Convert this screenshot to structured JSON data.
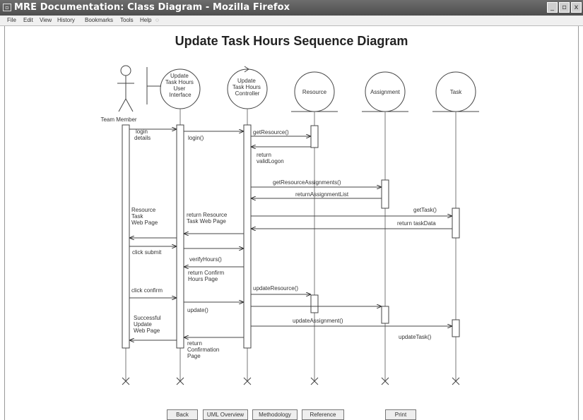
{
  "window": {
    "title": "MRE Documentation: Class Diagram - Mozilla Firefox",
    "icon": "window-icon",
    "controls": [
      "minimize-icon",
      "maximize-icon",
      "close-icon"
    ]
  },
  "menubar": {
    "items": [
      "File",
      "Edit",
      "View",
      "History",
      "Bookmarks",
      "Tools",
      "Help"
    ]
  },
  "page": {
    "title": "Update Task Hours Sequence Diagram"
  },
  "diagram": {
    "participants": [
      {
        "id": "actor",
        "lines": [
          "Team Member"
        ]
      },
      {
        "id": "ui",
        "lines": [
          "Update",
          "Task Hours",
          "User",
          "Interface"
        ]
      },
      {
        "id": "controller",
        "lines": [
          "Update",
          "Task Hours",
          "Controller"
        ]
      },
      {
        "id": "resource",
        "lines": [
          "Resource"
        ]
      },
      {
        "id": "assignment",
        "lines": [
          "Assignment"
        ]
      },
      {
        "id": "task",
        "lines": [
          "Task"
        ]
      }
    ],
    "messages": [
      {
        "lines": [
          "login",
          "details"
        ]
      },
      {
        "lines": [
          "login()"
        ]
      },
      {
        "lines": [
          "getResource()"
        ]
      },
      {
        "lines": [
          "return",
          "validLogon"
        ]
      },
      {
        "lines": [
          "getResourceAssignments()"
        ]
      },
      {
        "lines": [
          "returnAssignmentList"
        ]
      },
      {
        "lines": [
          "getTask()"
        ]
      },
      {
        "lines": [
          "return taskData"
        ]
      },
      {
        "lines": [
          "return Resource",
          "Task Web Page"
        ]
      },
      {
        "lines": [
          "Resource",
          "Task",
          "Web Page"
        ]
      },
      {
        "lines": [
          "click submit"
        ]
      },
      {
        "lines": [
          "verifyHours()"
        ]
      },
      {
        "lines": [
          "return Confirm",
          "Hours Page"
        ]
      },
      {
        "lines": [
          "updateResource()"
        ]
      },
      {
        "lines": [
          "click confirm"
        ]
      },
      {
        "lines": [
          "update()"
        ]
      },
      {
        "lines": [
          "updateAssignment()"
        ]
      },
      {
        "lines": [
          "Successful",
          "Update",
          "Web Page"
        ]
      },
      {
        "lines": [
          "updateTask()"
        ]
      },
      {
        "lines": [
          "return",
          "Confirmation",
          "Page"
        ]
      }
    ]
  },
  "navigation": {
    "buttons": [
      "Back",
      "UML Overview",
      "Methodology",
      "Reference",
      "Print"
    ]
  }
}
